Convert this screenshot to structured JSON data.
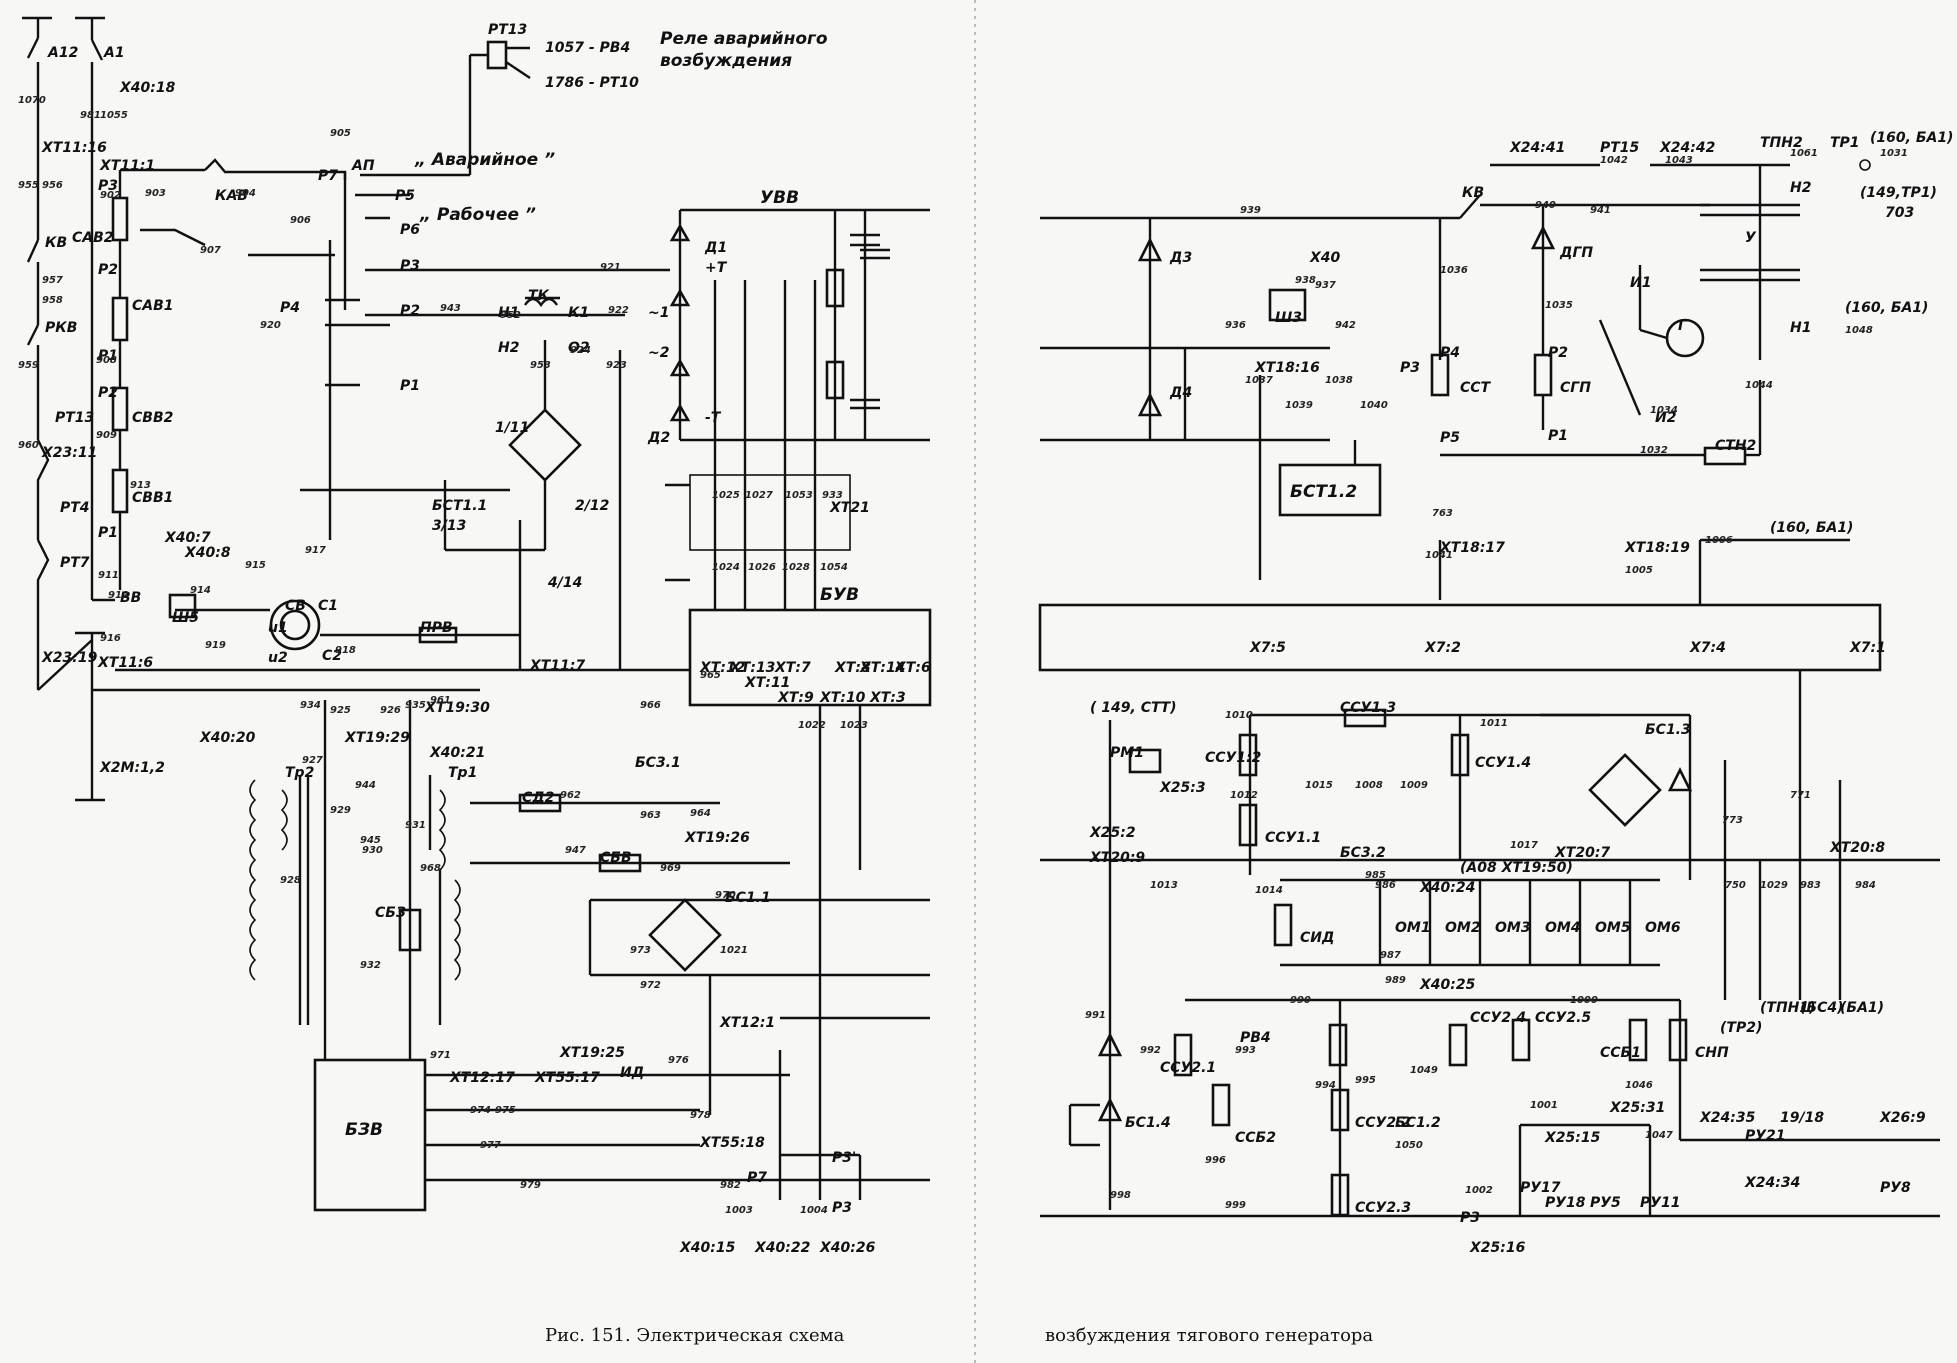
{
  "caption": {
    "left": "Рис. 151. Электрическая схема",
    "right": "возбуждения тягового генератора"
  },
  "notes": {
    "relay_emergency": "Реле аварийного возбуждения",
    "mode_emergency": "„ Аварийное ”",
    "mode_working": "„ Рабочее ”"
  },
  "blocks": {
    "uvv": "УВВ",
    "buv": "БУВ",
    "bzv": "БЗВ",
    "bst12": "БСТ1.2"
  },
  "labels": {
    "A12": "А12",
    "A1": "А1",
    "X40_18": "Х40:18",
    "XT11_16": "ХТ11:16",
    "XT11_1": "ХТ11:1",
    "P3a": "Р3",
    "SAV2": "САВ2",
    "P2a": "Р2",
    "SAV1": "САВ1",
    "P1a": "Р1",
    "P2b": "Р2",
    "SVV2": "СВВ2",
    "SVV1": "СВВ1",
    "P1b": "Р1",
    "KV_left": "КВ",
    "RKV": "РКВ",
    "RT13": "РТ13",
    "X23_11": "Х23:11",
    "RT4": "РТ4",
    "RT7": "РТ7",
    "X23_19": "Х23:19",
    "XT11_6": "ХТ11:6",
    "X2M_12": "Х2М:1,2",
    "KAV": "КАВ",
    "RT13_top": "РТ13",
    "RV4_1057": "1057 - РВ4",
    "RT10_1786": "1786 - РТ10",
    "AP": "АП",
    "P5": "Р5",
    "P7": "Р7",
    "P6": "Р6",
    "P3": "Р3",
    "P2": "Р2",
    "P4": "Р4",
    "P1": "Р1",
    "TK": "ТК",
    "H1": "Н1",
    "K1": "К1",
    "H2": "Н2",
    "O2": "О2",
    "D1": "Д1",
    "D2": "Д2",
    "plusT": "+Т",
    "minusT": "-Т",
    "tilde1": "~1",
    "tilde2": "~2",
    "BST11": "БСТ1.1",
    "t111": "1/11",
    "t212": "2/12",
    "t313": "3/13",
    "t414": "4/14",
    "XT21": "ХТ21",
    "SHS": "Ш5",
    "X40_7": "Х40:7",
    "X40_8": "Х40:8",
    "BV": "ВВ",
    "SV": "СВ",
    "C1": "С1",
    "C2": "С2",
    "i1": "u1",
    "i2": "u2",
    "PRV": "ПРВ",
    "XT11_7": "ХТ11:7",
    "XT19_30": "ХТ19:30",
    "XT19_29": "ХТ19:29",
    "X40_20": "Х40:20",
    "X40_21": "Х40:21",
    "Tr2": "Тр2",
    "Tr1": "Тр1",
    "SD2": "СД2",
    "SBV": "СБВ",
    "SBZ": "СБЗ",
    "BS31": "БС3.1",
    "XT19_26": "ХТ19:26",
    "BS11": "БС1.1",
    "XT19_25": "ХТ19:25",
    "XT12_1": "ХТ12:1",
    "XT12_17": "ХТ12:17",
    "XT55_17": "ХТ55:17",
    "ID": "ИД",
    "XT55_18": "ХТ55:18",
    "P3p": "Р3'",
    "P7b": "Р7",
    "P3c": "Р3",
    "X40_15": "Х40:15",
    "X40_22": "Х40:22",
    "X40_26": "Х40:26",
    "XT7_12": "ХТ:12",
    "XT7_13": "ХТ:13",
    "XT7_11": "ХТ:11",
    "XT7_7": "ХТ:7",
    "XT7_9": "ХТ:9",
    "XT7_8": "ХТ:8",
    "XT7_10": "ХТ:10",
    "XT7_14": "ХТ:14",
    "XT7_3": "ХТ:3",
    "XT7_6": "ХТ:6",
    "D3": "Д3",
    "D4": "Д4",
    "X24_41": "Х24:41",
    "RT15": "РТ15",
    "X24_42": "Х24:42",
    "TPN2": "ТПН2",
    "TR1": "ТР1",
    "r160BA1": "(160, БА1)",
    "r149TR1": "(149,ТР1)",
    "r703": "703",
    "KV": "КВ",
    "DGP": "ДГП",
    "I1": "И1",
    "I2": "И2",
    "G": "Г",
    "X40": "Х40",
    "SH3": "Ш3",
    "XT18_16": "ХТ18:16",
    "P4r": "Р4",
    "SST": "ССТ",
    "P2r": "Р2",
    "SGP": "СГП",
    "P1r": "Р1",
    "P3r": "Р3",
    "P5r": "Р5",
    "STN2": "СТН2",
    "H2r": "Н2",
    "H1r": "Н1",
    "Yu": "У",
    "r160BA1b": "(160, БА1)",
    "XT18_17": "ХТ18:17",
    "XT18_19": "ХТ18:19",
    "r160BA1c": "(160, БА1)",
    "X7_5": "Х7:5",
    "X7_2": "Х7:2",
    "X7_4": "Х7:4",
    "X7_1": "Х7:1",
    "r149STT": "( 149, СТТ)",
    "RM1": "РМ1",
    "SSU12": "ССУ1:2",
    "SSU13": "ССУ1.3",
    "SSU14": "ССУ1.4",
    "SSU11": "ССУ1.1",
    "BS13": "БС1.3",
    "BS32": "БС3.2",
    "X25_3": "Х25:3",
    "X25_2": "Х25:2",
    "XT20_9": "ХТ20:9",
    "XT20_7": "ХТ20:7",
    "XT20_8": "ХТ20:8",
    "X40_24": "Х40:24",
    "X40_25": "Х40:25",
    "SID": "СИД",
    "OM1": "ОМ1",
    "OM2": "ОМ2",
    "OM3": "ОМ3",
    "OM4": "ОМ4",
    "OM5": "ОМ5",
    "OM6": "ОМ6",
    "RV4": "РВ4",
    "SSU21": "ССУ2.1",
    "SSB2": "ССБ2",
    "BS14": "БС1.4",
    "SSU22": "ССУ2.2",
    "BS12": "БС1.2",
    "SSU23": "ССУ2.3",
    "SSU24": "ССУ2.4",
    "SSU25": "ССУ2.5",
    "SSB1": "ССБ1",
    "SNP": "СНП",
    "TR2": "(ТР2)",
    "TPN1": "(ТПН1)",
    "BS4": "(БС4)",
    "BA1": "(БА1)",
    "X24_35": "Х24:35",
    "RU21": "РУ21",
    "X24_34": "Х24:34",
    "r1918": "19/18",
    "X26_9": "Х26:9",
    "RU8": "РУ8",
    "X25_31": "Х25:31",
    "X25_15": "Х25:15",
    "RU17": "РУ17",
    "RU18": "РУ18",
    "RU5": "РУ5",
    "RU11": "РУ11",
    "X25_16": "Х25:16",
    "P3rb": "Р3",
    "A08": "(А08 ХТ19:50)"
  },
  "wire_numbers": [
    "1070",
    "956",
    "955",
    "957",
    "958",
    "959",
    "960",
    "981",
    "1055",
    "902",
    "903",
    "904",
    "905",
    "906",
    "907",
    "908",
    "909",
    "911",
    "912",
    "913",
    "914",
    "915",
    "916",
    "917",
    "918",
    "919",
    "920",
    "921",
    "922",
    "923",
    "924",
    "925",
    "926",
    "927",
    "928",
    "929",
    "930",
    "931",
    "932",
    "943",
    "944",
    "945",
    "947",
    "952",
    "953",
    "961",
    "962",
    "963",
    "964",
    "965",
    "966",
    "968",
    "969",
    "970",
    "971",
    "972",
    "973",
    "974",
    "975",
    "976",
    "977",
    "978",
    "979",
    "982",
    "1003",
    "1004",
    "1021",
    "1022",
    "1023",
    "1024",
    "1025",
    "1026",
    "1027",
    "1028",
    "1053",
    "1054",
    "933",
    "934",
    "935",
    "936",
    "937",
    "938",
    "939",
    "940",
    "941",
    "942",
    "1034",
    "1035",
    "1036",
    "1037",
    "1038",
    "1039",
    "1040",
    "1041",
    "1042",
    "1043",
    "1044",
    "1048",
    "1061",
    "1031",
    "1032",
    "763",
    "1005",
    "1006",
    "1010",
    "1012",
    "1013",
    "1014",
    "1015",
    "1008",
    "1009",
    "1011",
    "1017",
    "771",
    "773",
    "750",
    "1029",
    "983",
    "984",
    "985",
    "986",
    "987",
    "989",
    "990",
    "991",
    "992",
    "993",
    "994",
    "995",
    "996",
    "998",
    "999",
    "1000",
    "1001",
    "1002",
    "1046",
    "1047",
    "1049",
    "1050"
  ]
}
